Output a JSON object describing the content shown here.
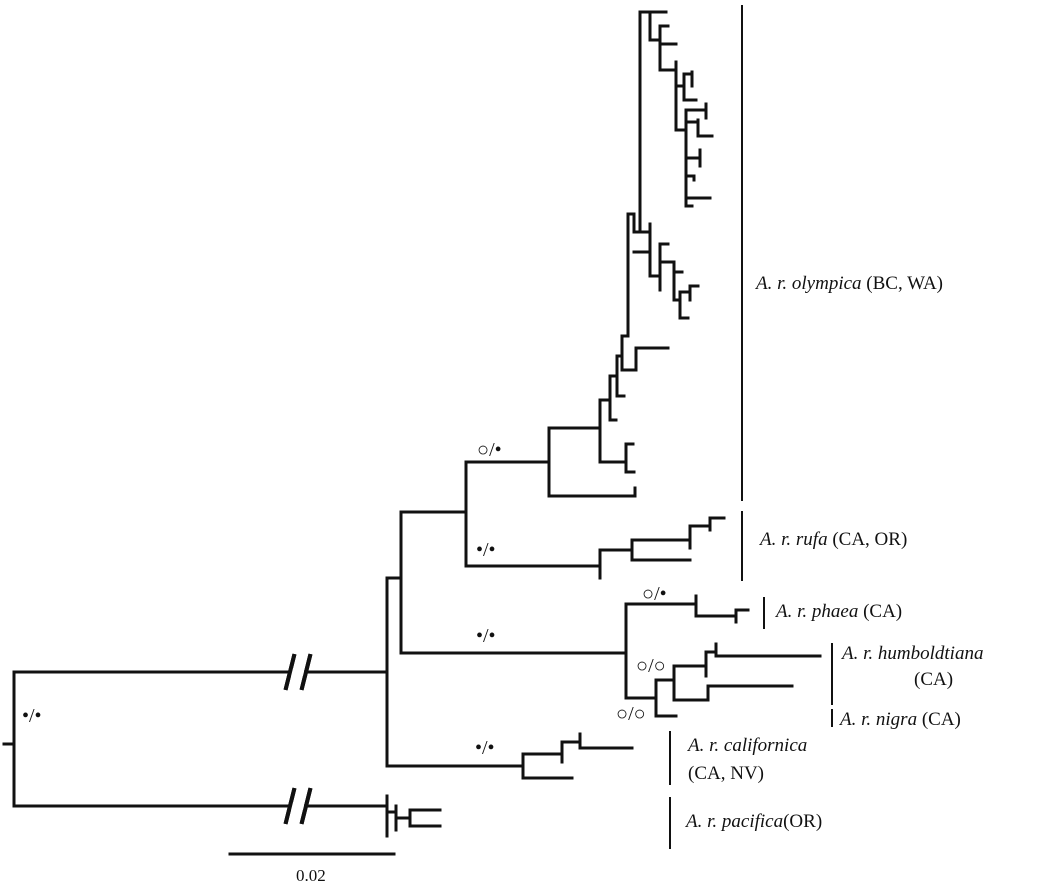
{
  "clades": [
    {
      "name": "A. r. olympica",
      "region": "(BC, WA)"
    },
    {
      "name": "A. r. rufa",
      "region": "(CA, OR)"
    },
    {
      "name": "A. r. phaea",
      "region": "(CA)"
    },
    {
      "name": "A. r. humboldtiana",
      "region": "(CA)"
    },
    {
      "name": "A. r. nigra",
      "region": "(CA)"
    },
    {
      "name": "A. r. californica",
      "region": "(CA, NV)"
    },
    {
      "name": "A. r. pacifica",
      "region": "(OR)"
    }
  ],
  "support": {
    "root": "•/•",
    "olympica": "○/•",
    "rufa": "•/•",
    "phaea_group": "•/•",
    "phaea": "○/•",
    "humboldtiana": "○/○",
    "humboldtiana_nigra": "○/○",
    "californica": "•/•"
  },
  "scale_bar": {
    "label": "0.02"
  }
}
